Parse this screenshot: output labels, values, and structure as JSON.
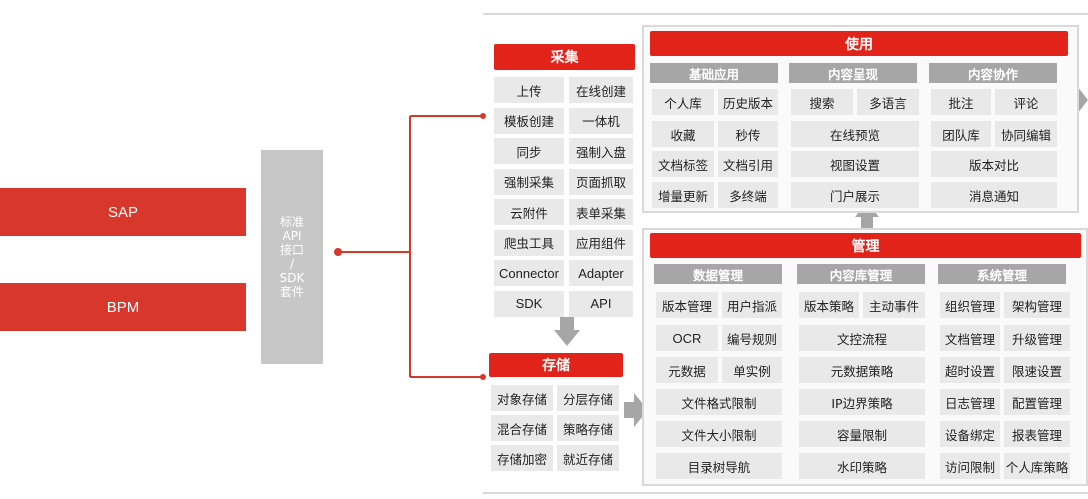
{
  "left": {
    "systems": [
      "SAP",
      "BPM"
    ],
    "api_box": "标准\nAPI\n接口\n/\nSDK\n套件"
  },
  "collect": {
    "title": "采集",
    "items": [
      "上传",
      "在线创建",
      "模板创建",
      "一体机",
      "同步",
      "强制入盘",
      "强制采集",
      "页面抓取",
      "云附件",
      "表单采集",
      "爬虫工具",
      "应用组件",
      "Connector",
      "Adapter",
      "SDK",
      "API"
    ]
  },
  "storage": {
    "title": "存储",
    "items": [
      "对象存储",
      "分层存储",
      "混合存储",
      "策略存储",
      "存储加密",
      "就近存储"
    ]
  },
  "use": {
    "title": "使用",
    "groups": [
      {
        "title": "基础应用",
        "items": [
          "个人库",
          "历史版本",
          "收藏",
          "秒传",
          "文档标签",
          "文档引用",
          "增量更新",
          "多终端"
        ]
      },
      {
        "title": "内容呈现",
        "items": [
          "搜索",
          "多语言",
          "在线预览",
          "视图设置",
          "门户展示"
        ]
      },
      {
        "title": "内容协作",
        "items": [
          "批注",
          "评论",
          "团队库",
          "协同编辑",
          "版本对比",
          "消息通知"
        ]
      }
    ]
  },
  "manage": {
    "title": "管理",
    "groups": [
      {
        "title": "数据管理",
        "items": [
          "版本管理",
          "用户指派",
          "OCR",
          "编号规则",
          "元数据",
          "单实例",
          "文件格式限制",
          "文件大小限制",
          "目录树导航"
        ]
      },
      {
        "title": "内容库管理",
        "items": [
          "版本策略",
          "主动事件",
          "文控流程",
          "元数据策略",
          "IP边界策略",
          "容量限制",
          "水印策略"
        ]
      },
      {
        "title": "系统管理",
        "items": [
          "组织管理",
          "架构管理",
          "文档管理",
          "升级管理",
          "超时设置",
          "限速设置",
          "日志管理",
          "配置管理",
          "设备绑定",
          "报表管理",
          "访问限制",
          "个人库策略"
        ]
      }
    ]
  },
  "colors": {
    "accent": "#e2231a",
    "system": "#d8372c",
    "subheader": "#a6a6a6",
    "cell": "#e9e9e9",
    "arrow": "#a6a6a6"
  }
}
